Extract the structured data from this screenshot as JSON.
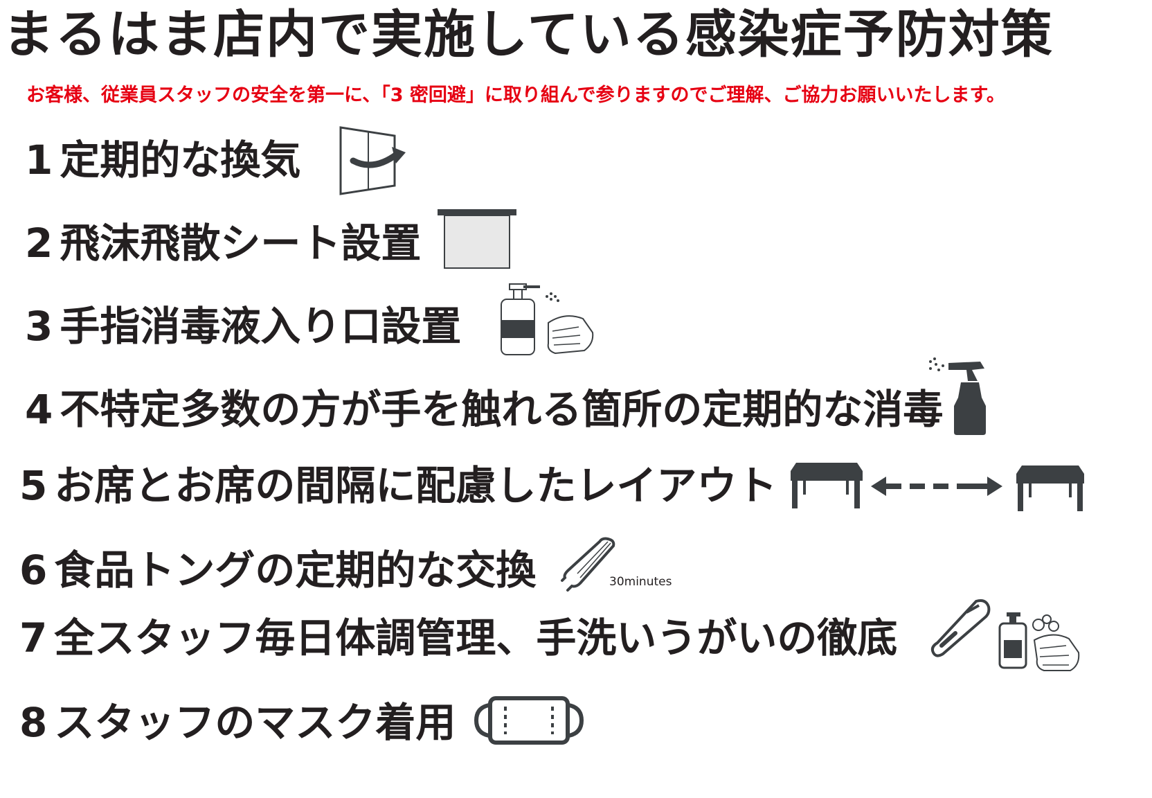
{
  "title": "まるはま店内で実施している感染症予防対策",
  "subtitle": "お客様、従業員スタッフの安全を第一に、「3 密回避」に取り組んで参りますのでご理解、ご協力お願いいたします。",
  "items": [
    {
      "num": "1",
      "text": "定期的な換気",
      "icon": "window-ventilation-icon"
    },
    {
      "num": "2",
      "text": "飛沫飛散シート設置",
      "icon": "partition-sheet-icon"
    },
    {
      "num": "3",
      "text": "手指消毒液入り口設置",
      "icon": "sanitizer-bottle-icon"
    },
    {
      "num": "4",
      "text": "不特定多数の方が手を触れる箇所の定期的な消毒",
      "icon": "spray-bottle-icon"
    },
    {
      "num": "5",
      "text": "お席とお席の間隔に配慮したレイアウト",
      "icon": "table-distance-icon"
    },
    {
      "num": "6",
      "text": "食品トングの定期的な交換",
      "icon": "tongs-icon",
      "note": "30minutes"
    },
    {
      "num": "7",
      "text": "全スタッフ毎日体調管理、手洗いうがいの徹底",
      "icon": "thermometer-icon"
    },
    {
      "num": "8",
      "text": "スタッフのマスク着用",
      "icon": "mask-icon"
    }
  ],
  "colors": {
    "text": "#231f20",
    "accent": "#e60012",
    "icon": "#3c4043"
  }
}
